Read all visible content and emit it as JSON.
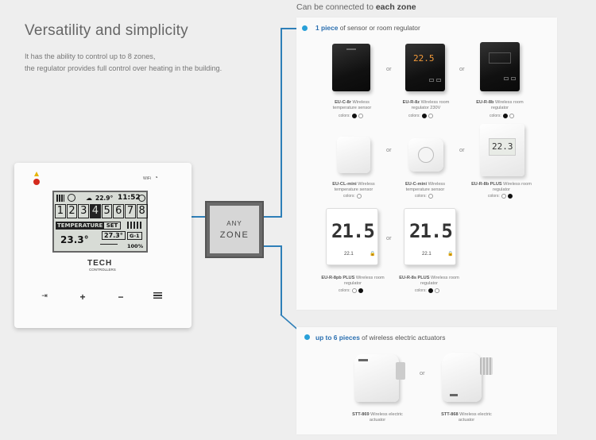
{
  "hero": {
    "title": "Versatility and simplicity",
    "desc_line1": "It has the ability to control up to 8 zones,",
    "desc_line2": "the regulator provides full control over heating in the building."
  },
  "section": {
    "prefix": "Can be connected to ",
    "bold": "each zone"
  },
  "panel1": {
    "label_bold": "1 piece",
    "label_rest": " of sensor or room regulator",
    "or": "or",
    "colors_label": "colors:",
    "devices": [
      {
        "model": "EU-C-8r",
        "desc": "Wireless temperature sensor",
        "display": "",
        "colors": [
          "black",
          "white"
        ]
      },
      {
        "model": "EU-R-8z",
        "desc": "Wireless room regulator 230V",
        "display": "22.5",
        "colors": [
          "black",
          "white"
        ]
      },
      {
        "model": "EU-R-8b",
        "desc": "Wireless room regulator",
        "display": "",
        "colors": [
          "black",
          "white"
        ]
      },
      {
        "model": "EU-CL-mini",
        "desc": "Wireless temperature sensor",
        "display": "",
        "colors": [
          "white"
        ]
      },
      {
        "model": "EU-C-mini",
        "desc": "Wireless temperature sensor",
        "display": "",
        "colors": [
          "white"
        ]
      },
      {
        "model": "EU-R-8b PLUS",
        "desc": "Wireless room regulator",
        "display": "22.3",
        "colors": [
          "white",
          "black"
        ]
      },
      {
        "model": "EU-R-8pb PLUS",
        "desc": "Wireless room regulator",
        "display": "21.5",
        "sub": "22.1",
        "colors": [
          "white",
          "black"
        ]
      },
      {
        "model": "EU-R-8s PLUS",
        "desc": "Wireless room regulator",
        "display": "21.5",
        "sub": "22.1",
        "colors": [
          "black",
          "white"
        ]
      }
    ]
  },
  "panel2": {
    "label_bold": "up to 6 pieces",
    "label_rest": " of wireless electric actuators",
    "or": "or",
    "actuators": [
      {
        "model": "STT-869",
        "desc": "Wireless electric actuator"
      },
      {
        "model": "STT-868",
        "desc": "Wireless electric actuator"
      }
    ]
  },
  "anyzone": {
    "line1": "ANY",
    "line2": "ZONE"
  },
  "controller": {
    "wifi": "WiFi",
    "lcd": {
      "outdoor": "22.9°",
      "time": "11:52",
      "zones": [
        "1",
        "2",
        "3",
        "4",
        "5",
        "6",
        "7",
        "8"
      ],
      "selected_zone": "4",
      "mode": "TEMPERATURE",
      "set": "SET",
      "current": "23.3°",
      "set_value": "27.3°",
      "schedule": "G-1",
      "battery": "100%"
    },
    "brand": "TECH",
    "brand_sub": "CONTROLLERS",
    "buttons": [
      "exit",
      "+",
      "−",
      "menu"
    ]
  },
  "colors": {
    "accent": "#2e7fb8",
    "dot": "#29a0d8"
  }
}
